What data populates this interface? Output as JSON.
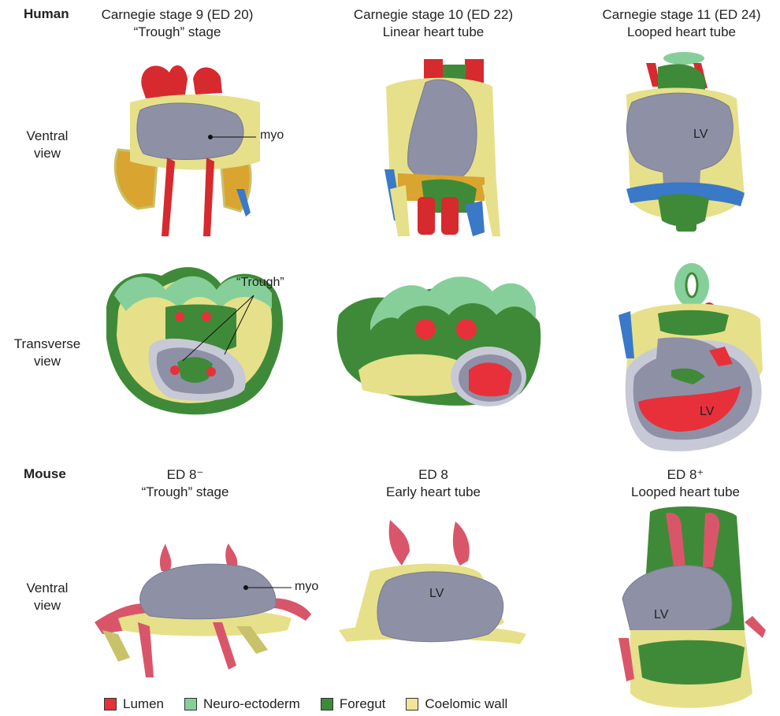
{
  "human": {
    "species": "Human",
    "columns": [
      {
        "line1": "Carnegie stage 9 (ED 20)",
        "line2": "“Trough” stage"
      },
      {
        "line1": "Carnegie stage 10 (ED 22)",
        "line2": "Linear heart tube"
      },
      {
        "line1": "Carnegie stage 11 (ED 24)",
        "line2": "Looped heart tube"
      }
    ],
    "rows": [
      {
        "line1": "Ventral",
        "line2": "view"
      },
      {
        "line1": "Transverse",
        "line2": "view"
      }
    ],
    "annotations": {
      "myo": "myo",
      "trough": "“Trough”",
      "lv_ventral": "LV",
      "lv_transverse": "LV"
    }
  },
  "mouse": {
    "species": "Mouse",
    "columns": [
      {
        "line1": "ED 8⁻",
        "line2": "“Trough” stage"
      },
      {
        "line1": "ED 8",
        "line2": "Early heart tube"
      },
      {
        "line1": "ED 8⁺",
        "line2": "Looped heart tube"
      }
    ],
    "rows": [
      {
        "line1": "Ventral",
        "line2": "view"
      }
    ],
    "annotations": {
      "myo": "myo",
      "lv_col2": "LV",
      "lv_col3": "LV"
    }
  },
  "legend": [
    {
      "label": "Lumen",
      "color": "#e8303a"
    },
    {
      "label": "Neuro-ectoderm",
      "color": "#86cf9a"
    },
    {
      "label": "Foregut",
      "color": "#3f8a38"
    },
    {
      "label": "Coelomic wall",
      "color": "#f3e597"
    }
  ],
  "colors": {
    "myocardium": "#8e90a6",
    "lumen": "#e8303a",
    "lumen_mouse": "#d9566a",
    "neuro_ectoderm": "#86cf9a",
    "foregut": "#3f8a38",
    "coelomic_wall": "#e0dc7a",
    "blue": "#3a78c8",
    "orange": "#d9a430"
  }
}
